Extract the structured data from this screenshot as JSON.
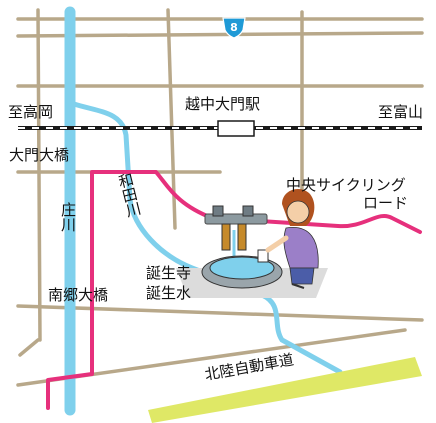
{
  "map": {
    "route_badge": "8",
    "labels": {
      "to_takaoka": "至高岡",
      "station": "越中大門駅",
      "to_toyama": "至富山",
      "daimon_bridge": "大門大橋",
      "wada_river": "和田川",
      "sho_river": "庄川",
      "cycling_road_line1": "中央サイクリング",
      "cycling_road_line2": "ロード",
      "tanjoji_line1": "誕生寺",
      "tanjoji_line2": "誕生水",
      "nango_bridge": "南郷大橋",
      "expressway": "北陸自動車道"
    },
    "colors": {
      "road": "#b8a88a",
      "river": "#7fd0ec",
      "cycling_road": "#e6307c",
      "expressway": "#dfe866",
      "railway": "#1a1a1a",
      "route_badge": "#1f9ad6"
    },
    "icons": [
      "spring-fountain-illustration",
      "woman-drawing-water-illustration"
    ]
  }
}
